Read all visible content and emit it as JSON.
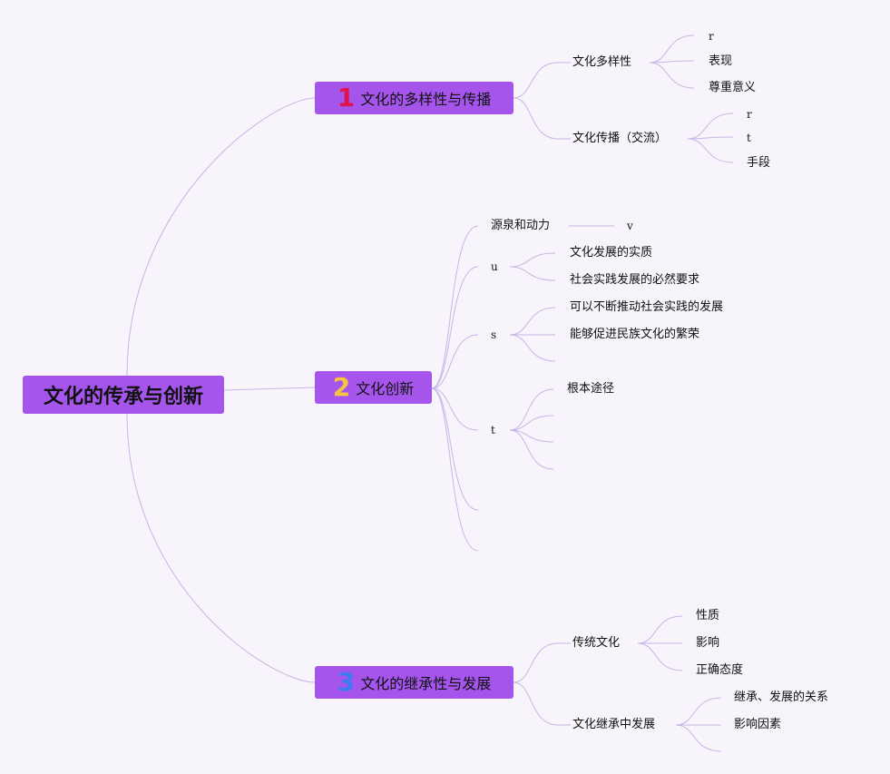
{
  "colors": {
    "background": "#f8f4fb",
    "node_fill": "#a555ec",
    "edge": "#c9b4e6",
    "badge1": "#e0124c",
    "badge2": "#f5c542",
    "badge3": "#3b7cf0"
  },
  "root": {
    "label": "文化的传承与创新"
  },
  "branches": [
    {
      "number": "1",
      "label": "文化的多样性与传播",
      "children": [
        {
          "label": "文化多样性",
          "children": [
            "r",
            "表现",
            "尊重意义"
          ]
        },
        {
          "label": "文化传播（交流）",
          "children": [
            "r",
            "t",
            "手段"
          ]
        }
      ]
    },
    {
      "number": "2",
      "label": "文化创新",
      "children": [
        {
          "label": "源泉和动力",
          "children": [
            "v"
          ]
        },
        {
          "label": "u",
          "children": [
            "文化发展的实质",
            "社会实践发展的必然要求"
          ]
        },
        {
          "label": "s",
          "children": [
            "可以不断推动社会实践的发展",
            "能够促进民族文化的繁荣",
            ""
          ]
        },
        {
          "label": "t",
          "children": [
            "根本途径",
            "",
            "",
            ""
          ]
        },
        {
          "label": "",
          "children": []
        },
        {
          "label": "",
          "children": []
        }
      ]
    },
    {
      "number": "3",
      "label": "文化的继承性与发展",
      "children": [
        {
          "label": "传统文化",
          "children": [
            "性质",
            "影响",
            "正确态度"
          ]
        },
        {
          "label": "文化继承中发展",
          "children": [
            "继承、发展的关系",
            "影响因素",
            ""
          ]
        }
      ]
    }
  ]
}
